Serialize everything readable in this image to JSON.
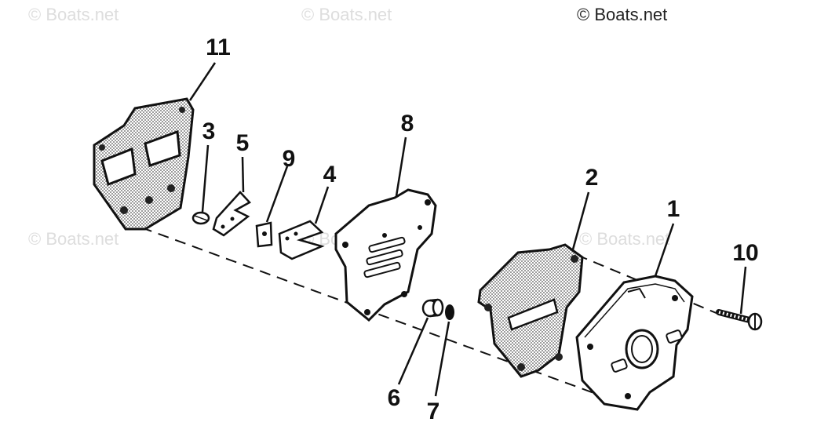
{
  "watermark": {
    "text": "© Boats.net",
    "color": "#dddddd"
  },
  "copyright": {
    "text": "© Boats.net"
  },
  "callouts": [
    "1",
    "2",
    "3",
    "4",
    "5",
    "6",
    "7",
    "8",
    "9",
    "10",
    "11"
  ],
  "colors": {
    "ink": "#111111",
    "gasket_stipple": "#9a9a9a",
    "paper": "#ffffff"
  }
}
